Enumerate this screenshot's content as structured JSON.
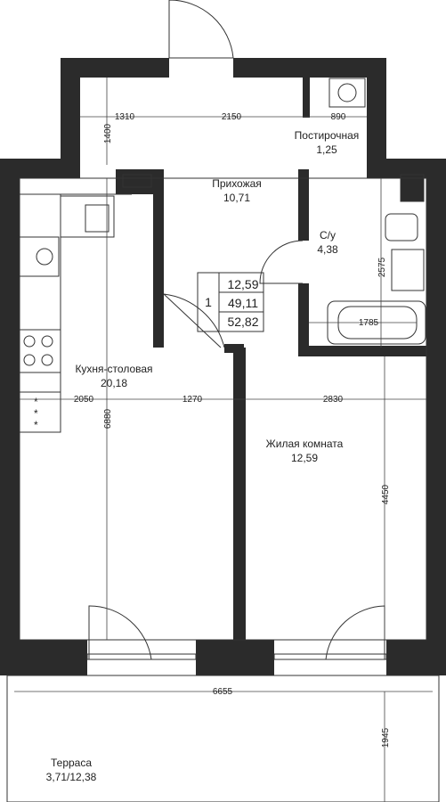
{
  "rooms": {
    "hallway": {
      "name": "Прихожая",
      "area": "10,71"
    },
    "laundry": {
      "name": "Постирочная",
      "area": "1,25"
    },
    "bathroom": {
      "name": "С/у",
      "area": "4,38"
    },
    "kitchen": {
      "name": "Кухня-столовая",
      "area": "20,18"
    },
    "living": {
      "name": "Жилая комната",
      "area": "12,59"
    },
    "terrace": {
      "name": "Терраса",
      "area": "3,71/12,38"
    }
  },
  "summary": {
    "rooms_count": "1",
    "living_area": "12,59",
    "total_area": "49,11",
    "total_with_terrace": "52,82"
  },
  "dimensions": {
    "d1310": "1310",
    "d2150": "2150",
    "d890": "890",
    "d1400": "1400",
    "d2575": "2575",
    "d1785": "1785",
    "d2050": "2050",
    "d1270": "1270",
    "d2830": "2830",
    "d6880": "6880",
    "d4450": "4450",
    "d6655": "6655",
    "d1945": "1945"
  }
}
